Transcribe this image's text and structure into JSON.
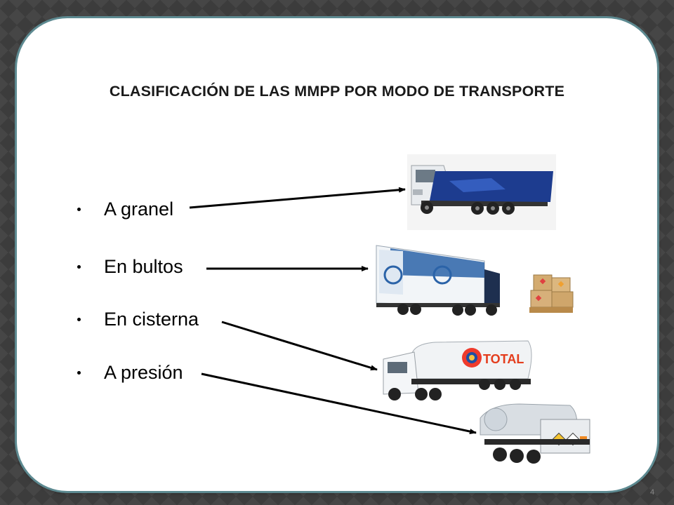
{
  "slide": {
    "title": "CLASIFICACIÓN DE LAS MMPP POR  MODO DE TRANSPORTE",
    "bullets": [
      {
        "label": "A granel"
      },
      {
        "label": "En bultos"
      },
      {
        "label": "En cisterna"
      },
      {
        "label": "A presión"
      }
    ],
    "page_number": "4",
    "images": [
      {
        "icon": "tipper-truck-icon"
      },
      {
        "icon": "curtainsider-truck-icon"
      },
      {
        "icon": "hazmat-packages-pallet-icon"
      },
      {
        "icon": "tanker-truck-icon",
        "brand": "TOTAL"
      },
      {
        "icon": "pressure-gas-tanker-icon"
      }
    ],
    "colors": {
      "background": "#3c3c3c",
      "panel_border": "#5d8a91",
      "text": "#000000"
    }
  }
}
